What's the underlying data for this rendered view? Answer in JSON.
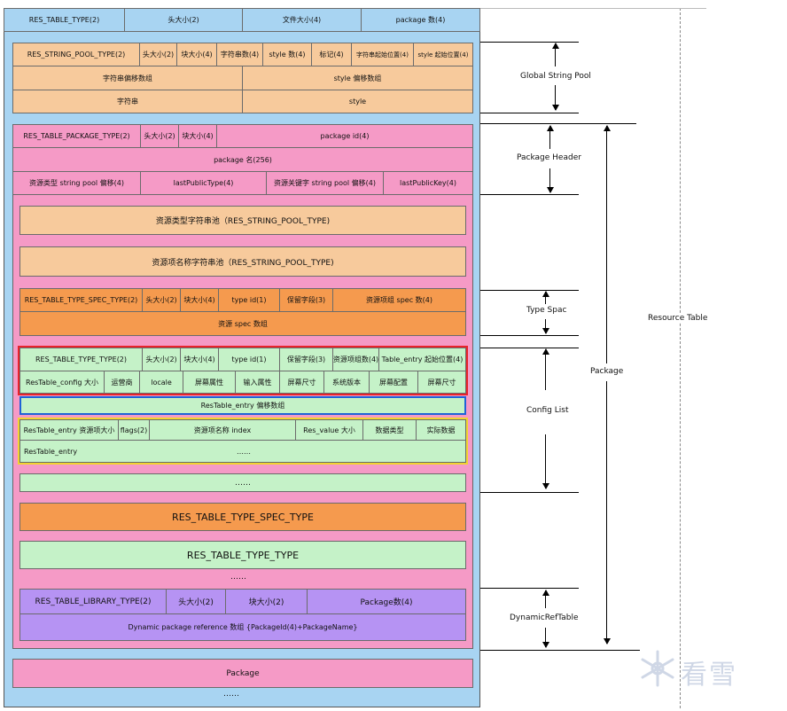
{
  "header": [
    "RES_TABLE_TYPE(2)",
    "头大小(2)",
    "文件大小(4)",
    "package 数(4)"
  ],
  "string_pool": {
    "row1": [
      "RES_STRING_POOL_TYPE(2)",
      "头大小(2)",
      "块大小(4)",
      "字符串数(4)",
      "style 数(4)",
      "标记(4)",
      "字符串起始位置(4)",
      "style 起始位置(4)"
    ],
    "row2": [
      "字符串偏移数组",
      "style 偏移数组"
    ],
    "row3": [
      "字符串",
      "style"
    ]
  },
  "package_header": {
    "row1": [
      "RES_TABLE_PACKAGE_TYPE(2)",
      "头大小(2)",
      "块大小(4)",
      "package id(4)"
    ],
    "row2": "package 名(256)",
    "row3": [
      "资源类型 string pool 偏移(4)",
      "lastPublicType(4)",
      "资源关键字 string pool 偏移(4)",
      "lastPublicKey(4)"
    ]
  },
  "type_strings": "资源类型字符串池（RES_STRING_POOL_TYPE)",
  "key_strings": "资源项名称字符串池（RES_STRING_POOL_TYPE)",
  "type_spec": {
    "row1": [
      "RES_TABLE_TYPE_SPEC_TYPE(2)",
      "头大小(2)",
      "块大小(4)",
      "type id(1)",
      "保留字段(3)",
      "资源项组 spec 数(4)"
    ],
    "row2": "资源 spec 数组"
  },
  "type_type": {
    "row1": [
      "RES_TABLE_TYPE_TYPE(2)",
      "头大小(2)",
      "块大小(4)",
      "type id(1)",
      "保留字段(3)",
      "资源项组数(4)",
      "Table_entry 起始位置(4)"
    ],
    "row2": [
      "ResTable_config 大小",
      "运营商",
      "locale",
      "屏幕属性",
      "输入属性",
      "屏幕尺寸",
      "系统版本",
      "屏幕配置",
      "屏幕尺寸"
    ],
    "offsets": "ResTable_entry 偏移数组",
    "entry_row1": [
      "ResTable_entry 资源项大小",
      "flags(2)",
      "资源项名称 index",
      "Res_value 大小",
      "数据类型",
      "实际数据"
    ],
    "entry_row2": [
      "ResTable_entry",
      "……"
    ]
  },
  "dots_green": "……",
  "spec_block": "RES_TABLE_TYPE_SPEC_TYPE",
  "type_block": "RES_TABLE_TYPE_TYPE",
  "dots_mid": "……",
  "library": {
    "row1": [
      "RES_TABLE_LIBRARY_TYPE(2)",
      "头大小(2)",
      "块大小(2)",
      "Package数(4)"
    ],
    "row2": "Dynamic package reference 数组    {PackageId(4)+PackageName}"
  },
  "package_bottom": "Package",
  "dots_bottom": "……",
  "annotations": {
    "global_string_pool": "Global String Pool",
    "package_header": "Package Header",
    "type_spec": "Type Spac",
    "config_list": "Config List",
    "package": "Package",
    "resource_table": "Resource Table",
    "dynamic_ref": "DynamicRefTable"
  },
  "watermark": "看雪",
  "colors": {
    "blue": "#a8d4f2",
    "peach": "#f7ca9c",
    "pink": "#f59ac6",
    "orange": "#f59a4e",
    "green": "#c5f2c8",
    "purple": "#b693f3",
    "red_outline": "#e8232b",
    "blue_outline": "#1f63d8",
    "yellow_outline": "#f1d430"
  }
}
